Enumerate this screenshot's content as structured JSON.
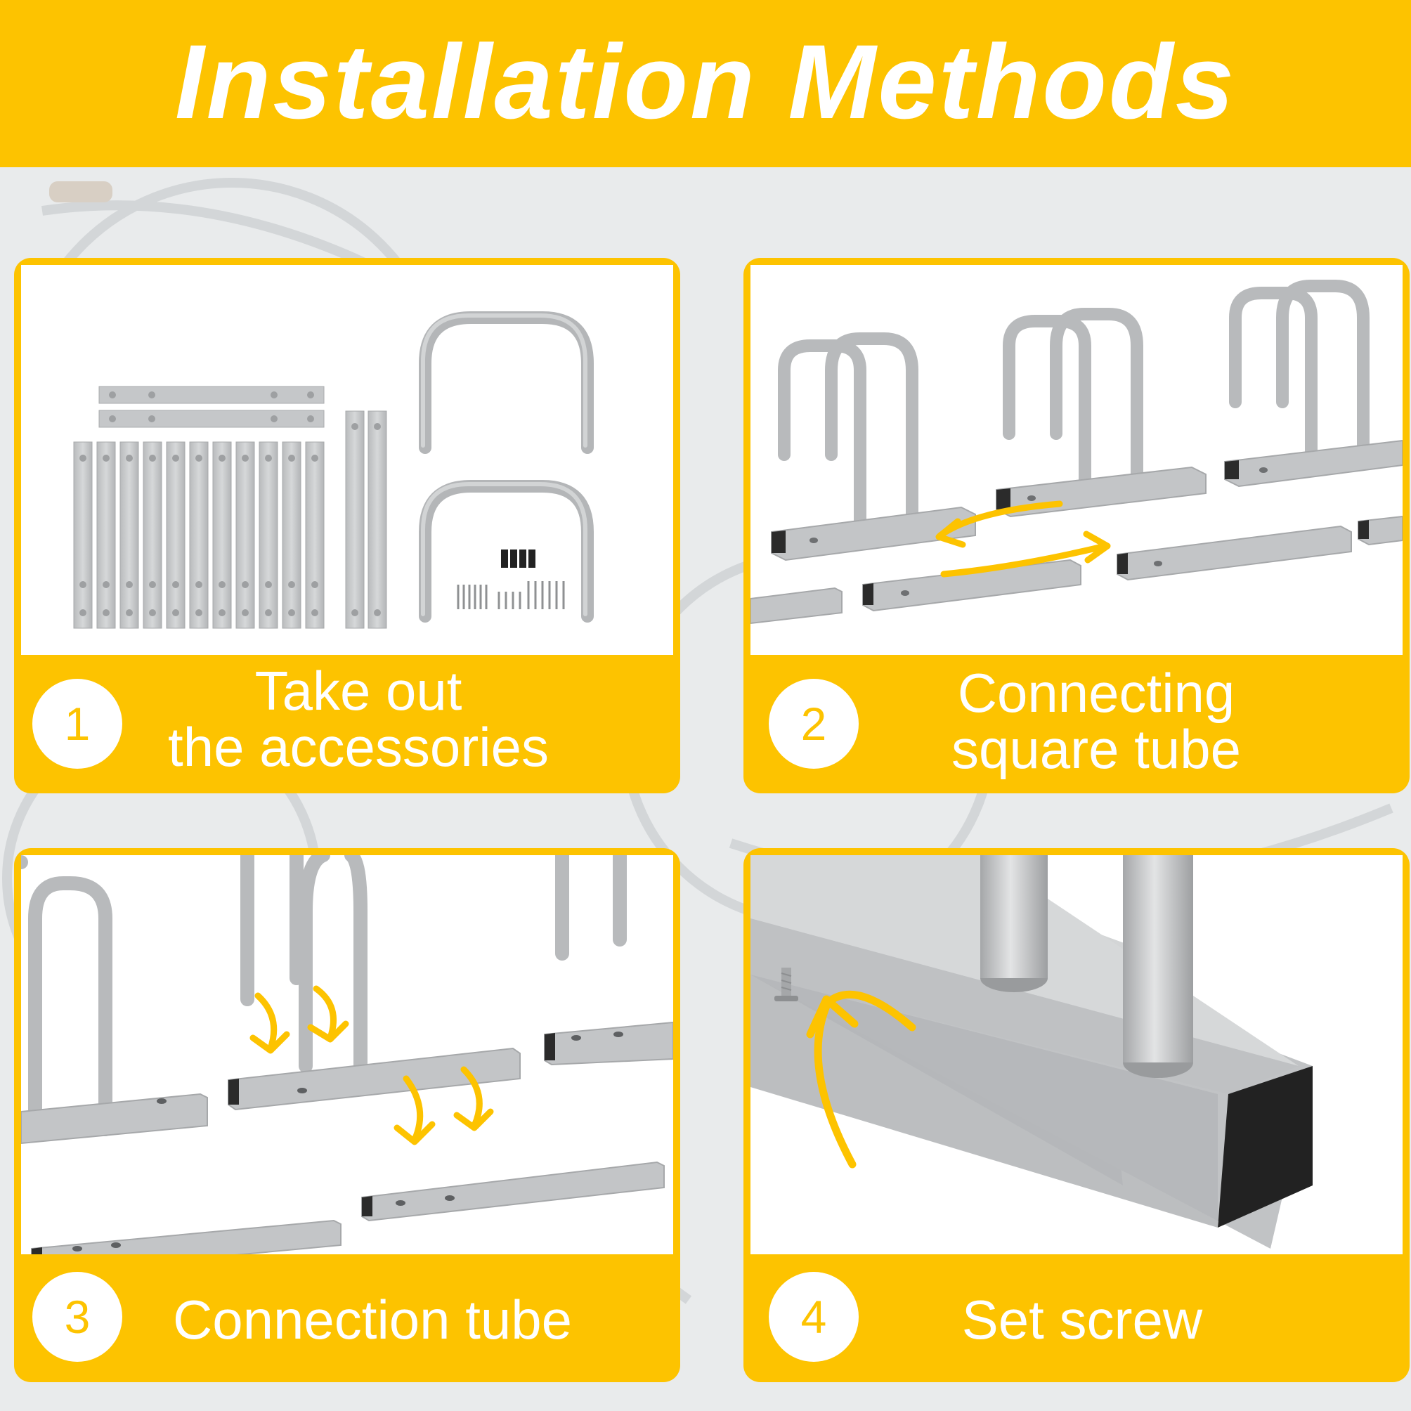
{
  "title": "Installation Methods",
  "colors": {
    "accent": "#fdc300",
    "steel": "#c2c4c6",
    "background": "#eceeef"
  },
  "steps": [
    {
      "number": "1",
      "lines": [
        "Take out",
        "the accessories"
      ]
    },
    {
      "number": "2",
      "lines": [
        "Connecting",
        "square tube"
      ]
    },
    {
      "number": "3",
      "lines": [
        "Connection tube"
      ]
    },
    {
      "number": "4",
      "lines": [
        "Set screw"
      ]
    }
  ]
}
